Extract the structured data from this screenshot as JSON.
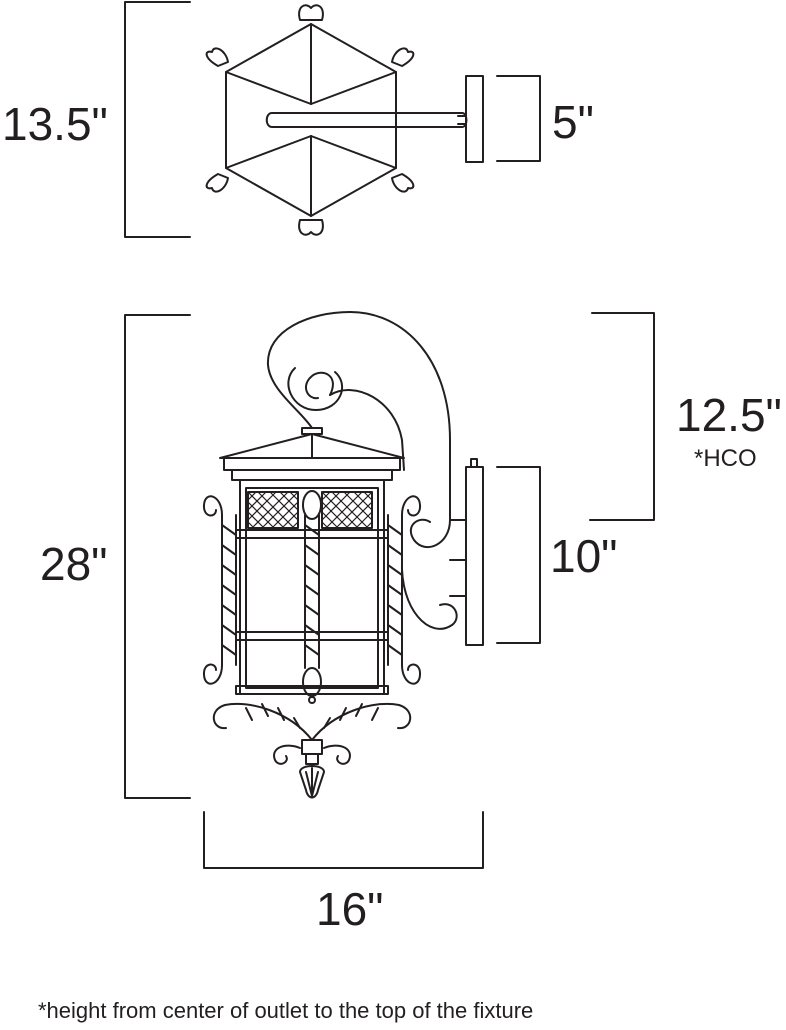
{
  "dimensions": {
    "top_height": "13.5\"",
    "backplate_top": "5\"",
    "overall_height": "28\"",
    "hco": "12.5\"",
    "hco_marker": "*HCO",
    "backplate_height": "10\"",
    "width": "16\""
  },
  "footnote": "*height from center of outlet to the top of the fixture",
  "colors": {
    "line": "#231f20",
    "background": "#ffffff"
  },
  "icons": [
    "lantern-top-view",
    "lantern-side-view"
  ]
}
